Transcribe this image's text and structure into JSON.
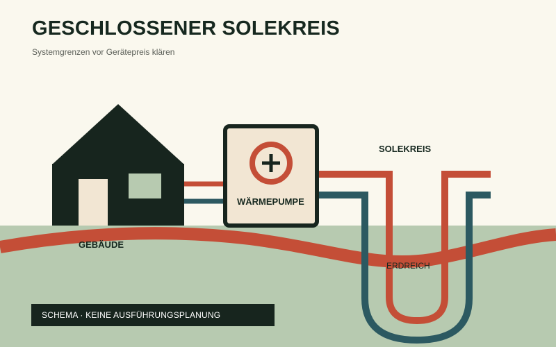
{
  "title": "GESCHLOSSENER SOLEKREIS",
  "subtitle": "Systemgrenzen vor Gerätepreis klären",
  "labels": {
    "building": "GEBÄUDE",
    "heat_pump": "WÄRMEPUMPE",
    "brine_loop": "SOLEKREIS",
    "soil": "ERDREICH"
  },
  "footer": "SCHEMA · KEINE AUSFÜHRUNGSPLANUNG",
  "colors": {
    "background": "#FAF8EE",
    "ground": "#B7CAB0",
    "dark": "#17251E",
    "supply_red": "#C44E37",
    "return_teal": "#2C5961",
    "cream": "#F2E6D3"
  },
  "icons": {
    "pump_symbol": "plus-in-circle-icon"
  }
}
